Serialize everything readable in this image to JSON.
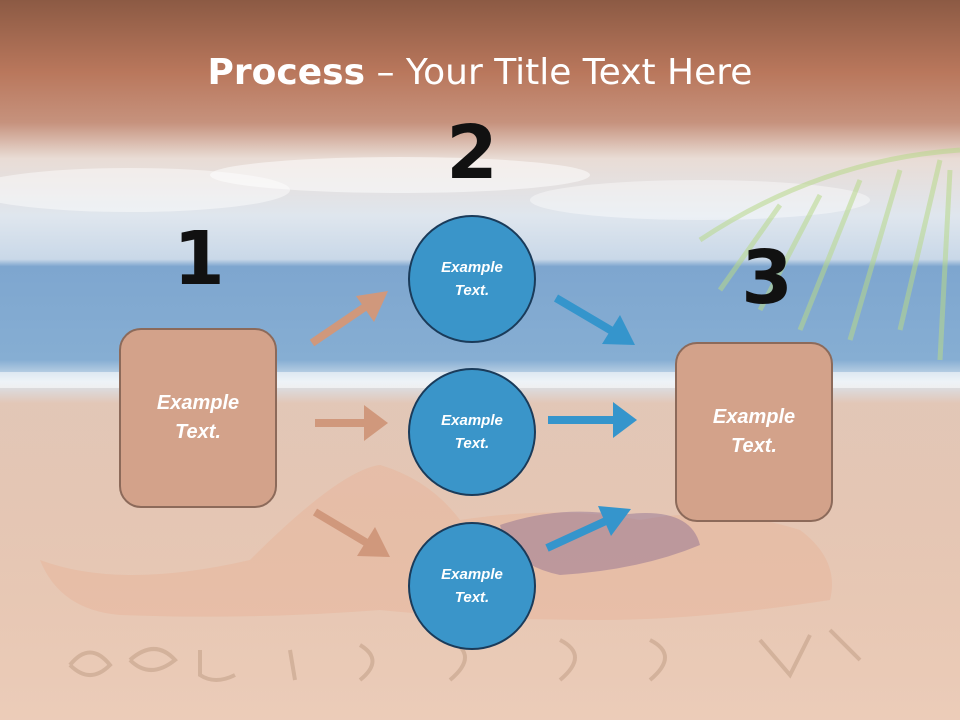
{
  "slide": {
    "title_bold": "Process",
    "title_rest": " – Your Title Text Here"
  },
  "steps": {
    "one": "1",
    "two": "2",
    "three": "3"
  },
  "shapes": {
    "left_box": "Example Text.",
    "circle_top": "Example Text.",
    "circle_middle": "Example Text.",
    "circle_bottom": "Example Text.",
    "right_box": "Example Text."
  },
  "colors": {
    "box_fill": "#d3a28a",
    "circle_fill": "#3a95c9",
    "arrow_tan": "#d0987c",
    "arrow_blue": "#3595cc"
  }
}
